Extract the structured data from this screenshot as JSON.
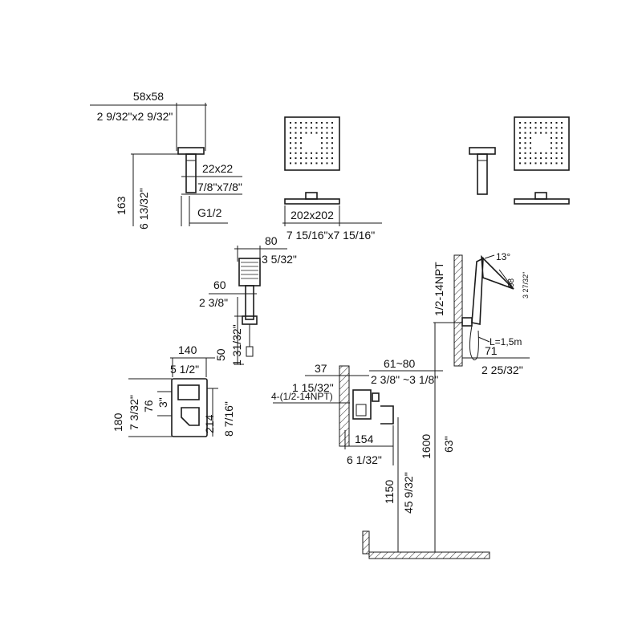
{
  "overhead_arm": {
    "flange_size": "58x58",
    "flange_size_in": "2 9/32\"x2 9/32\"",
    "arm_size": "22x22",
    "arm_size_in": "7/8\"x7/8\"",
    "length": "163",
    "length_in": "6 13/32\"",
    "thread": "G1/2"
  },
  "rain_shower": {
    "size": "202x202",
    "size_in": "7 15/16\"x7 15/16\""
  },
  "hand_shower": {
    "head_width": "80",
    "head_width_in": "3 5/32\"",
    "holder_width": "60",
    "holder_width_in": "2 3/8\"",
    "outlet_height": "50",
    "outlet_height_in": "1 31/32\""
  },
  "valve_plate": {
    "width": "140",
    "width_in": "5 1/2\"",
    "height": "180",
    "height_in": "7 3/32\"",
    "spacing": "76",
    "spacing_in": "3\"",
    "depth": "214",
    "depth_in": "8 7/16\""
  },
  "hose_kit": {
    "inlet": "1/2-14NPT",
    "angle": "13°",
    "drop": "98",
    "drop_in": "3 27/32\"",
    "hose_length": "L=1,5m",
    "projection": "71",
    "projection_in": "2 25/32\""
  },
  "install": {
    "wall_offset": "37",
    "wall_offset_in": "1 15/32\"",
    "depth_range": "61~80",
    "depth_range_in": "2 3/8\" ~3 1/8\"",
    "ports": "4-(1/2-14NPT)",
    "body_width": "154",
    "body_width_in": "6 1/32\"",
    "valve_height": "1150",
    "valve_height_in": "45 9/32\"",
    "outlet_height": "1600",
    "outlet_height_in": "63\""
  }
}
